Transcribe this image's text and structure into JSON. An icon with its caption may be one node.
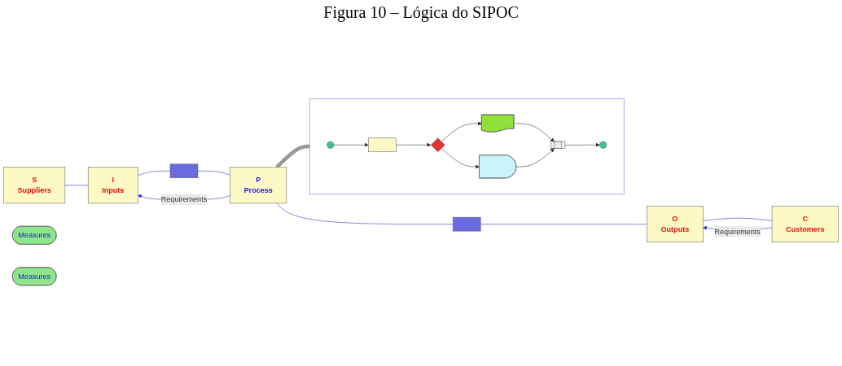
{
  "diagram": {
    "title": "Figura 10 – Lógica do SIPOC",
    "nodes": [
      {
        "text": [
          "S",
          "Suppliers"
        ]
      },
      {
        "text": [
          "I",
          "Inputs"
        ]
      },
      {
        "text": [],
        "shape": "bar"
      },
      {
        "text": [
          "P",
          "Process"
        ]
      },
      {
        "text": [],
        "shape": "bar"
      },
      {
        "text": [
          "O",
          "Outputs"
        ]
      },
      {
        "text": [
          "C",
          "Customers"
        ]
      },
      {
        "text": [
          "Measures"
        ]
      },
      {
        "text": [
          "Measures"
        ]
      },
      {
        "text": [],
        "shape": "box"
      },
      {
        "text": [],
        "shape": "circle",
        "in": 9
      },
      {
        "text": [],
        "shape": "box",
        "in": 9
      },
      {
        "text": [],
        "shape": "diamond",
        "in": 9
      },
      {
        "text": [],
        "shape": "document",
        "in": 9
      },
      {
        "text": [],
        "shape": "delay",
        "in": 9
      },
      {
        "text": [],
        "shape": "subprocess",
        "in": 9
      },
      {
        "text": [],
        "shape": "circle",
        "in": 9
      }
    ],
    "edges": [
      {
        "from": 0,
        "to": 1,
        "arrow": "none"
      },
      {
        "from": 1,
        "to": 2,
        "arrow": "none"
      },
      {
        "from": 2,
        "to": 3,
        "arrow": "none"
      },
      {
        "from": 3,
        "to": 4,
        "arrow": "none"
      },
      {
        "from": 4,
        "to": 5,
        "arrow": "none"
      },
      {
        "from": 5,
        "to": 6,
        "arrow": "none"
      },
      {
        "from": 3,
        "to": 1,
        "arrow": "to",
        "label": "Requirements"
      },
      {
        "from": 6,
        "to": 5,
        "arrow": "to",
        "label": "Requirements"
      },
      {
        "from": 3,
        "to": 9,
        "arrow": "none",
        "style": "thick",
        "color": "#999999"
      },
      {
        "from": 10,
        "to": 11,
        "arrow": "to",
        "color": "#333333"
      },
      {
        "from": 11,
        "to": 12,
        "arrow": "to",
        "color": "#333333"
      },
      {
        "from": 12,
        "to": 13,
        "arrow": "to",
        "color": "#333333"
      },
      {
        "from": 13,
        "to": 15,
        "arrow": "to",
        "color": "#333333"
      },
      {
        "from": 15,
        "to": 16,
        "arrow": "to",
        "color": "#333333"
      },
      {
        "from": 12,
        "to": 14,
        "arrow": "to",
        "color": "#333333"
      },
      {
        "from": 14,
        "to": 15,
        "arrow": "to",
        "color": "#333333"
      }
    ]
  }
}
